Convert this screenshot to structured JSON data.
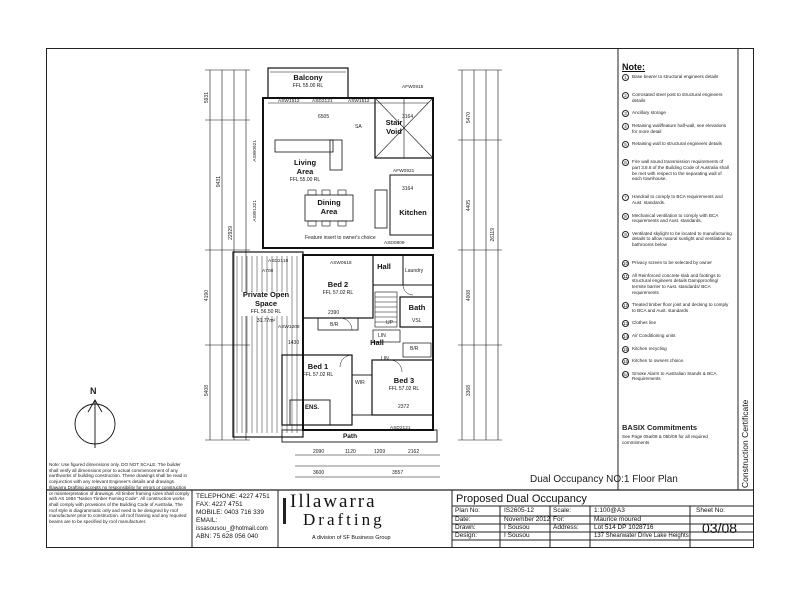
{
  "rooms": {
    "balcony": {
      "name": "Balcony",
      "level": "FFL 55.00 RL"
    },
    "stair": {
      "name": "Stair",
      "name2": "Void"
    },
    "living": {
      "name": "Living",
      "name2": "Area",
      "level": "FFL 55.00 RL"
    },
    "dining": {
      "name": "Dining",
      "name2": "Area"
    },
    "kitchen": {
      "name": "Kitchen"
    },
    "feature": "Feature insert to owner's choice",
    "hall_top": {
      "name": "Hall"
    },
    "laundry": {
      "name": "Laundry"
    },
    "bed2": {
      "name": "Bed 2",
      "level": "FFL 57.02 RL"
    },
    "private": {
      "name": "Private Open",
      "name2": "Space",
      "level": "FFL 56.50 RL",
      "area": "31.77m²"
    },
    "bath": {
      "name": "Bath"
    },
    "hall": {
      "name": "Hall"
    },
    "bed1": {
      "name": "Bed 1",
      "level": "FFL 57.02 RL"
    },
    "bed3": {
      "name": "Bed 3",
      "level": "FFL 57.02 RL"
    },
    "ens": {
      "name": "ENS."
    },
    "path": {
      "name": "Path"
    }
  },
  "window_tags": {
    "afw0915": "AFW0915",
    "asw1512a": "ASW1512",
    "asd2121": "ASD2121",
    "asw1512b": "ASW1512",
    "asw0921": "ASW0921",
    "asw1321": "ASW1321",
    "afw0921": "AFW0921",
    "asd0809": "ASD0809",
    "asd2118": "ASD2118",
    "asw0618": "ASW0618",
    "asw1209": "ASW1209",
    "asd2121b": "ASD2121",
    "a708": "A708"
  },
  "dims": {
    "d6505": "6505",
    "d3164": "3164",
    "d3164b": "3164",
    "d2390": "2390",
    "d2372": "2372",
    "d1430": "1430",
    "d2090": "2090",
    "d1120": "1120",
    "d1209": "1209",
    "d2162": "2162",
    "d3600": "3600",
    "d3557": "3557",
    "l5931": "5931",
    "l9431": "9431",
    "l22929": "22929",
    "l4190": "4190",
    "l5408": "5408",
    "r5470": "5470",
    "r4405": "4405",
    "r26119": "26119",
    "r4008": "4008",
    "r3368": "3368"
  },
  "labels": {
    "br1": "B/R",
    "br2": "B/R",
    "wir": "WIR",
    "lin1": "LIN",
    "lin2": "LIN",
    "vsl": "VSL",
    "sa": "SA",
    "up": "UP"
  },
  "north": "N",
  "notes": {
    "title": "Note:",
    "items": [
      {
        "num": "1",
        "text": "Base bearer to structural engineers details"
      },
      {
        "num": "2",
        "text": "Corrosated steel post to structural engineers details"
      },
      {
        "num": "3",
        "text": "Ancillary storage"
      },
      {
        "num": "4",
        "text": "Retaining wall/feature half-wall, see elevations for more detail"
      },
      {
        "num": "5",
        "text": "Retaining wall to structural engineers details"
      },
      {
        "num": "6",
        "text": "Fire wall sound transmission requirements of part 3.8.6 of the Building Code of Australia shall be met with respect to the separating wall of each townhouse."
      },
      {
        "num": "7",
        "text": "Handrail to comply to BCA requirements and Aust. standards."
      },
      {
        "num": "8",
        "text": "Mechanical ventilation to comply with BCA requirements and Aust. standards."
      },
      {
        "num": "9",
        "text": "Ventilated skylight to be located to manufacturing details to allow natural sunlight and ventilation to bathrooms below"
      },
      {
        "num": "10",
        "text": "Privacy screen to be selected by owner"
      },
      {
        "num": "11",
        "text": "All Reinforced concrete slab and footings to structural engineers details Dampproofing/ termite barrier to Aust. standards/ BCA requirements"
      },
      {
        "num": "12",
        "text": "Treated timber floor joist and decking to comply to BCA and Aust. standards"
      },
      {
        "num": "13",
        "text": "Clothes line"
      },
      {
        "num": "14",
        "text": "Air Conditioning units"
      },
      {
        "num": "15",
        "text": "Kitchen recycling"
      },
      {
        "num": "16",
        "text": "Kitchen to owners choice."
      },
      {
        "num": "SA",
        "text": "Smoke Alarm to Australian Stands & BCA Requirements"
      }
    ],
    "basix_title": "BASIX Commitments",
    "basix_text": "See Page 05a/08 & 05b/08 for all required commitments"
  },
  "side_text": "Construction Certificate",
  "drawing_title": "Dual Occupancy NO:1 Floor Plan",
  "disclaimer": "Note: Use figured dimensions only. DO NOT SCALE. The builder shall verify all dimensions prior to actual commencement of any earthworks of building construction. These drawings shall be read in conjunction with any relevant Engineer's details and drawings. Illawarra Drafting accepts no responsibility for errors or construction or misinterpretation of drawings. All timber framing sizes shall comply with AS 1684 \"Nation Timber Faming Code\". All construction works shall comply with provisions of the Building Code of Australia. The roof style is diagrammatic only and need to be designed by roof manufacturer prior to construction. all roof framing and any required beams are to be specified by roof manufacturer.",
  "contact": {
    "telephone_label": "TELEPHONE:",
    "telephone": "4227 4751",
    "fax_label": "FAX:",
    "fax": "4227 4751",
    "mobile_label": "MOBILE:",
    "mobile": "0403 716 339",
    "email_label": "EMAIL:",
    "email": "issasousou_@hotmail.com",
    "abn": "ABN: 75 628 056 040"
  },
  "logo": {
    "line1": "Illawarra",
    "line2": "Drafting",
    "tagline": "A division of SF Business Group"
  },
  "title_block": {
    "project": "Proposed Dual Occupancy",
    "plan_no_label": "Plan No:",
    "plan_no": "IS2605-12",
    "scale_label": "Scale:",
    "scale": "1:100@A3",
    "date_label": "Date:",
    "date": "November 2012",
    "for_label": "For:",
    "for": "Maurice moured",
    "drawn_label": "Drawn:",
    "drawn": "I Sousou",
    "address_label": "Address:",
    "address1": "Lot 514 DP 1028716",
    "design_label": "Design:",
    "design": "I Sousou",
    "address2": "137 Shearwater Drive Lake Heights",
    "sheet_label": "Sheet No:",
    "sheet": "03/08"
  }
}
